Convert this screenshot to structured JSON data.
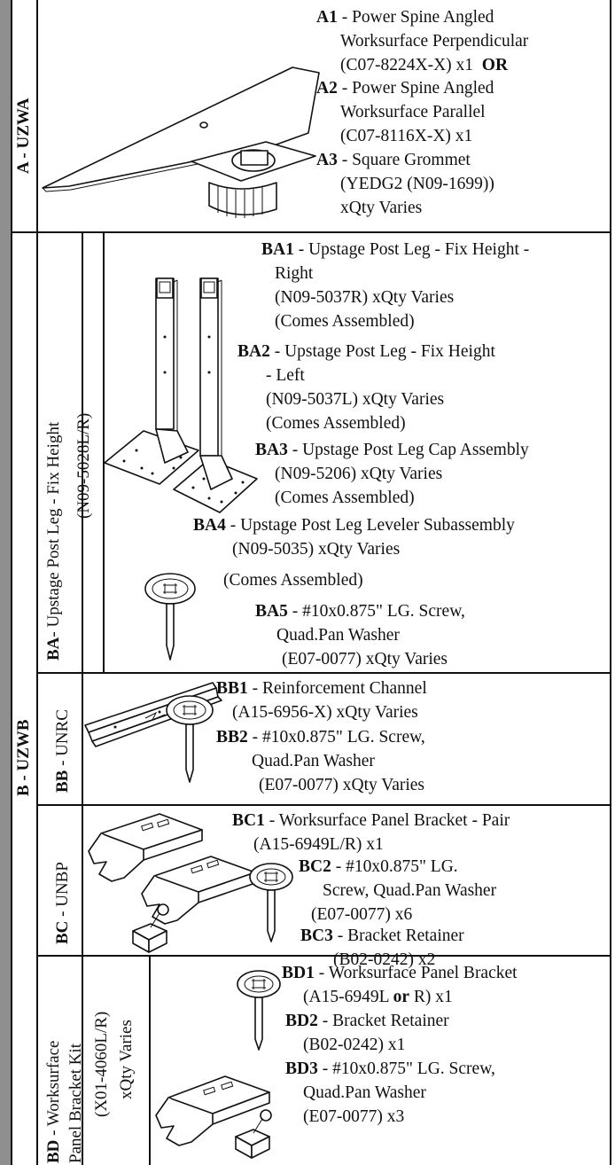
{
  "sections": {
    "a_label": "A - UZWA",
    "b_label": "B - UZWB",
    "ba_label_bold": "BA",
    "ba_label_rest": "- Upstage Post Leg - Fix Height",
    "ba_label_line2": "(N09-5028L/R)",
    "bb_label_bold": "BB",
    "bb_label_rest": " - UNRC",
    "bc_label_bold": "BC",
    "bc_label_rest": " - UNBP",
    "bd_label_bold": "BD",
    "bd_label_rest": " - Worksurface",
    "bd_label_line2": "Panel Bracket Kit",
    "bd_label_line3": "(X01-4060L/R)",
    "bd_label_line4": "xQty Varies"
  },
  "a": {
    "a1_code": "A1",
    "a1_l1": " - Power Spine Angled",
    "a1_l2": "Worksurface Perpendicular",
    "a1_l3": "(C07-8224X-X) x1",
    "a1_or": "OR",
    "a2_code": "A2",
    "a2_l1": " - Power Spine Angled",
    "a2_l2": "Worksurface Parallel",
    "a2_l3": "(C07-8116X-X) x1",
    "a3_code": "A3",
    "a3_l1": " - Square Grommet",
    "a3_l2": "(YEDG2 (N09-1699))",
    "a3_l3": "xQty Varies"
  },
  "ba": {
    "ba1_code": "BA1",
    "ba1_l1": " - Upstage Post Leg - Fix Height -",
    "ba1_l2": "Right",
    "ba1_l3": "(N09-5037R) xQty Varies",
    "ba1_l4": "(Comes Assembled)",
    "ba2_code": "BA2",
    "ba2_l1": " - Upstage Post Leg - Fix Height",
    "ba2_l2": "- Left",
    "ba2_l3": "(N09-5037L) xQty Varies",
    "ba2_l4": "(Comes Assembled)",
    "ba3_code": "BA3",
    "ba3_l1": " - Upstage Post Leg Cap Assembly",
    "ba3_l2": "(N09-5206) xQty Varies",
    "ba3_l3": "(Comes Assembled)",
    "ba4_code": "BA4",
    "ba4_l1": " - Upstage Post Leg Leveler Subassembly",
    "ba4_l2": "(N09-5035) xQty Varies",
    "ba4_l3": "(Comes Assembled)",
    "ba5_code": "BA5",
    "ba5_l1": " - #10x0.875\" LG. Screw,",
    "ba5_l2": "Quad.Pan Washer",
    "ba5_l3": "(E07-0077) xQty Varies"
  },
  "bb": {
    "bb1_code": "BB1",
    "bb1_l1": " - Reinforcement Channel",
    "bb1_l2": "(A15-6956-X) xQty Varies",
    "bb2_code": "BB2",
    "bb2_l1": " - #10x0.875\" LG. Screw,",
    "bb2_l2": "Quad.Pan Washer",
    "bb2_l3": "(E07-0077) xQty Varies"
  },
  "bc": {
    "bc1_code": "BC1",
    "bc1_l1": " - Worksurface Panel Bracket - Pair",
    "bc1_l2": "(A15-6949L/R) x1",
    "bc2_code": "BC2",
    "bc2_l1": " - #10x0.875\" LG.",
    "bc2_l2": "Screw, Quad.Pan Washer",
    "bc2_l3": "(E07-0077) x6",
    "bc3_code": "BC3",
    "bc3_l1": " - Bracket Retainer",
    "bc3_l2": "(B02-0242) x2"
  },
  "bd": {
    "bd1_code": "BD1",
    "bd1_l1": " - Worksurface Panel Bracket",
    "bd1_l2a": "(A15-6949L ",
    "bd1_or": "or",
    "bd1_l2b": " R) x1",
    "bd2_code": "BD2",
    "bd2_l1": " - Bracket Retainer",
    "bd2_l2": "(B02-0242) x1",
    "bd3_code": "BD3",
    "bd3_l1": " - #10x0.875\" LG. Screw,",
    "bd3_l2": "Quad.Pan Washer",
    "bd3_l3": "(E07-0077) x3"
  }
}
